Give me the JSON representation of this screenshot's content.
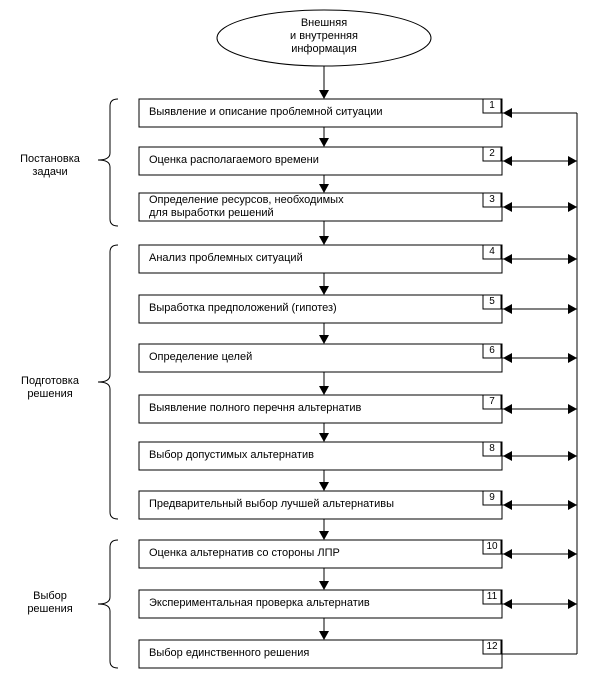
{
  "source": {
    "text": "Внешняя\nи внутренняя\nинформация"
  },
  "steps": [
    {
      "num": "1",
      "text": "Выявление и описание проблемной ситуации",
      "link": "in"
    },
    {
      "num": "2",
      "text": "Оценка располагаемого времени",
      "link": "both"
    },
    {
      "num": "3",
      "text": "Определение ресурсов, необходимых\nдля выработки решений",
      "link": "both"
    },
    {
      "num": "4",
      "text": "Анализ проблемных ситуаций",
      "link": "both"
    },
    {
      "num": "5",
      "text": "Выработка предположений (гипотез)",
      "link": "both"
    },
    {
      "num": "6",
      "text": "Определение целей",
      "link": "both"
    },
    {
      "num": "7",
      "text": "Выявление полного перечня альтернатив",
      "link": "both"
    },
    {
      "num": "8",
      "text": "Выбор допустимых альтернатив",
      "link": "both"
    },
    {
      "num": "9",
      "text": "Предварительный выбор лучшей альтернативы",
      "link": "both"
    },
    {
      "num": "10",
      "text": "Оценка альтернатив со стороны ЛПР",
      "link": "both"
    },
    {
      "num": "11",
      "text": "Экспериментальная проверка альтернатив",
      "link": "both"
    },
    {
      "num": "12",
      "text": "Выбор единственного решения",
      "link": "out"
    }
  ],
  "groups": [
    {
      "label": "Постановка\nзадачи"
    },
    {
      "label": "Подготовка\nрешения"
    },
    {
      "label": "Выбор\nрешения"
    }
  ]
}
